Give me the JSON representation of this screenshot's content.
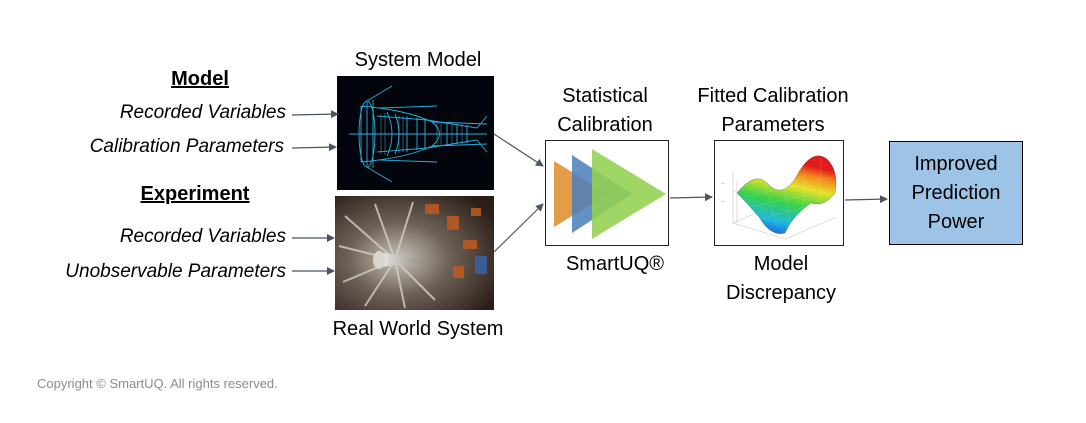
{
  "model": {
    "header": "Model",
    "recorded_variables": "Recorded Variables",
    "calibration_parameters": "Calibration Parameters"
  },
  "experiment": {
    "header": "Experiment",
    "recorded_variables": "Recorded Variables",
    "unobservable_parameters": "Unobservable Parameters"
  },
  "system_model_label": "System Model",
  "real_world_label": "Real World System",
  "statistical_calibration_label": [
    "Statistical",
    "Calibration"
  ],
  "smartuq_label": "SmartUQ®",
  "fitted_parameters_label": [
    "Fitted Calibration",
    "Parameters"
  ],
  "model_discrepancy_label": [
    "Model",
    "Discrepancy"
  ],
  "improved_box": [
    "Improved",
    "Prediction",
    "Power"
  ],
  "copyright": "Copyright © SmartUQ.  All rights reserved.",
  "colors": {
    "improved_fill": "#9dc3e6",
    "triangle_orange": "#e3973f",
    "triangle_blue": "#4a7ebb",
    "triangle_green": "#92d050",
    "arrow": "#4a5560",
    "copyright_text": "#8c8c8c"
  },
  "icons": {
    "system_model_image": "jet-engine-wireframe",
    "real_world_image": "turbofan-engine-photo",
    "calibration_graphic": "overlapping-triangles",
    "discrepancy_image": "3d-surface-plot"
  }
}
